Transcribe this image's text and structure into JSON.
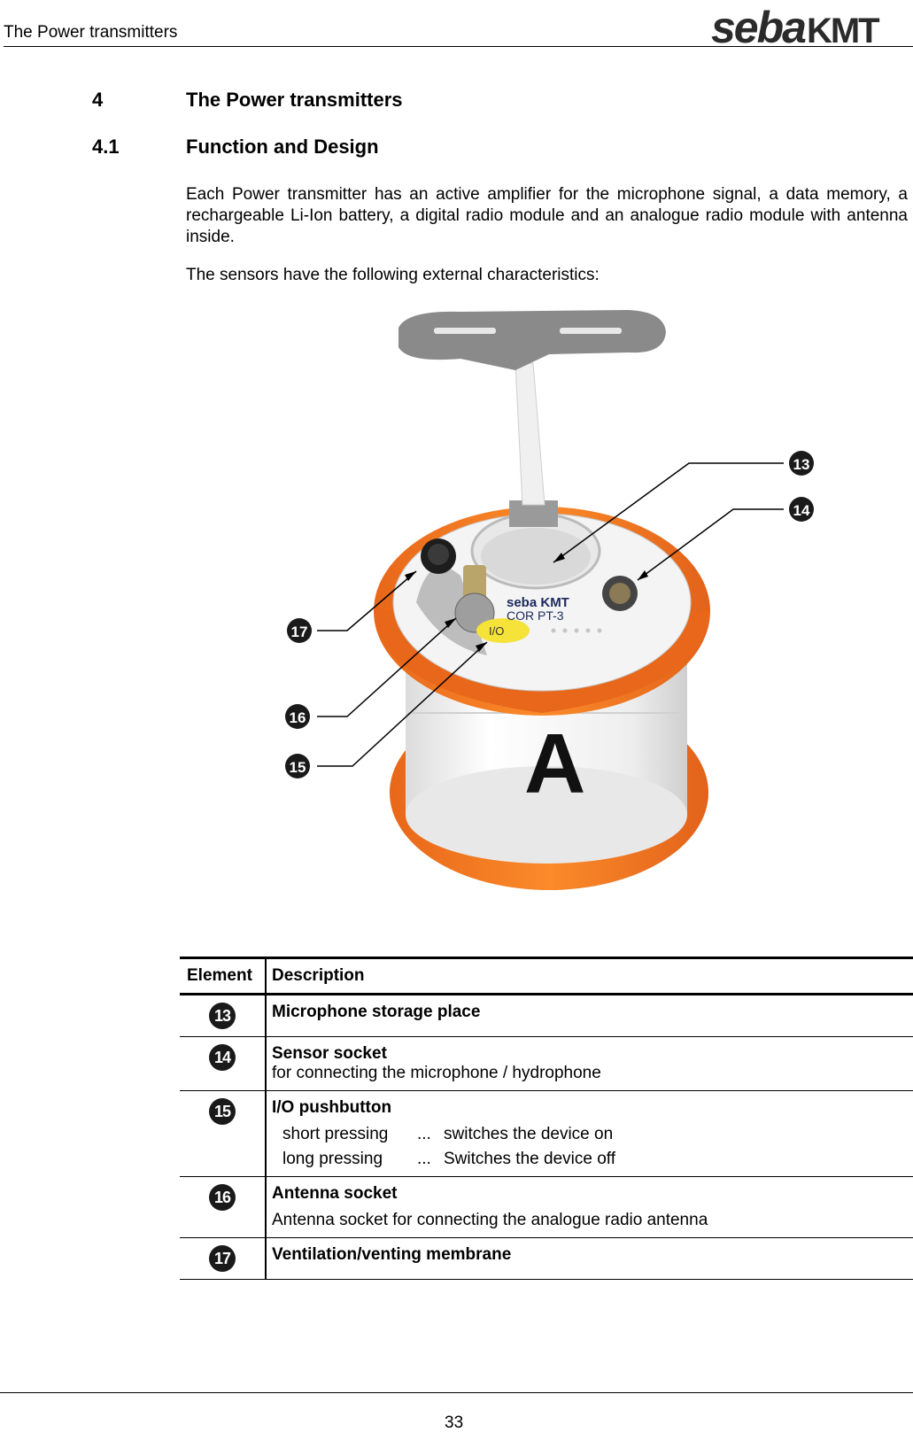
{
  "header": {
    "title": "The Power transmitters",
    "logo_left": "seba",
    "logo_right": "KMT"
  },
  "section": {
    "number": "4",
    "title": "The Power transmitters"
  },
  "subsection": {
    "number": "4.1",
    "title": "Function and Design"
  },
  "paragraphs": [
    "Each Power transmitter has an active amplifier for the microphone signal, a data memory, a rechargeable Li-Ion battery, a digital radio module and an analogue radio module with antenna inside.",
    "The sensors have the following external characteristics:"
  ],
  "figure": {
    "device_brand": "seba KMT",
    "device_model": "COR PT-3",
    "button_label": "I/O",
    "body_letter": "A",
    "callouts": [
      "13",
      "14",
      "15",
      "16",
      "17"
    ]
  },
  "table": {
    "headers": [
      "Element",
      "Description"
    ],
    "rows": [
      {
        "element": "13",
        "title": "Microphone storage place"
      },
      {
        "element": "14",
        "title": "Sensor socket",
        "detail": "for connecting the microphone / hydrophone"
      },
      {
        "element": "15",
        "title": "I/O pushbutton",
        "actions": [
          {
            "action": "short pressing",
            "sep": "...",
            "result": "switches the device on"
          },
          {
            "action": "long pressing",
            "sep": "...",
            "result": "Switches the device off"
          }
        ]
      },
      {
        "element": "16",
        "title": "Antenna socket",
        "detail": "Antenna socket for connecting the analogue radio antenna"
      },
      {
        "element": "17",
        "title": "Ventilation/venting membrane"
      }
    ]
  },
  "footer": {
    "page_number": "33"
  }
}
